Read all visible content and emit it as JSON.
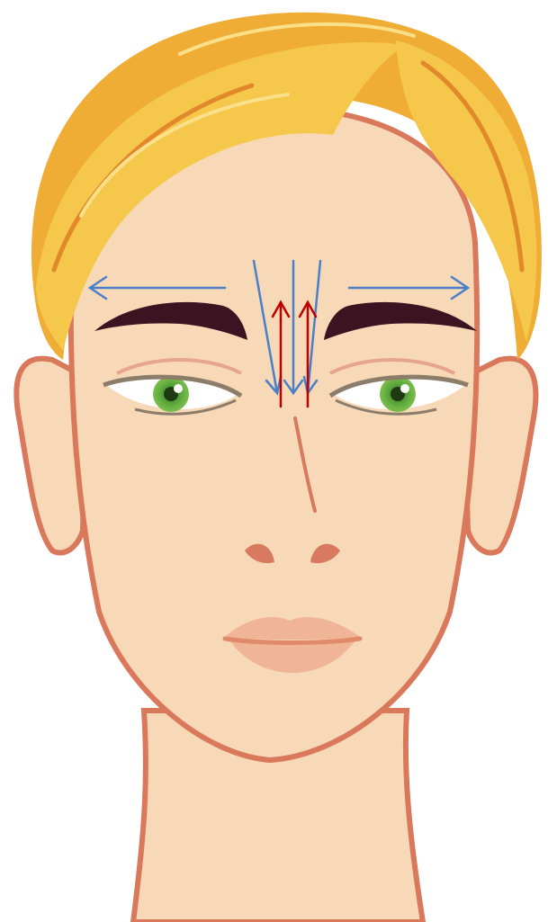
{
  "colors": {
    "background": "#ffffff",
    "skin": "#f7d8b7",
    "skin_outline": "#d9785a",
    "hair_light": "#f5c74a",
    "hair_mid": "#efad36",
    "hair_dark": "#e1892a",
    "brow": "#3a1420",
    "iris": "#5aa63a",
    "eye_line": "#8c7d6a",
    "lid_pink": "#e7a58e",
    "nose_shadow": "#d77a60",
    "lips": "#f0b497",
    "outward_arrow": "#4a80c8",
    "downward_arrow": "#4a80c8",
    "upward_arrow": "#c00000"
  },
  "illustration": {
    "subject": "front-facing-face",
    "annotations": [
      {
        "id": "left-brow-outward",
        "icon": "arrow-left-icon",
        "color_key": "outward_arrow"
      },
      {
        "id": "right-brow-outward",
        "icon": "arrow-right-icon",
        "color_key": "outward_arrow"
      },
      {
        "id": "glabella-down-left",
        "icon": "arrow-down-icon",
        "color_key": "downward_arrow"
      },
      {
        "id": "glabella-down-center",
        "icon": "arrow-down-icon",
        "color_key": "downward_arrow"
      },
      {
        "id": "glabella-down-right",
        "icon": "arrow-down-icon",
        "color_key": "downward_arrow"
      },
      {
        "id": "glabella-up-left",
        "icon": "arrow-up-icon",
        "color_key": "upward_arrow"
      },
      {
        "id": "glabella-up-right",
        "icon": "arrow-up-icon",
        "color_key": "upward_arrow"
      }
    ]
  }
}
